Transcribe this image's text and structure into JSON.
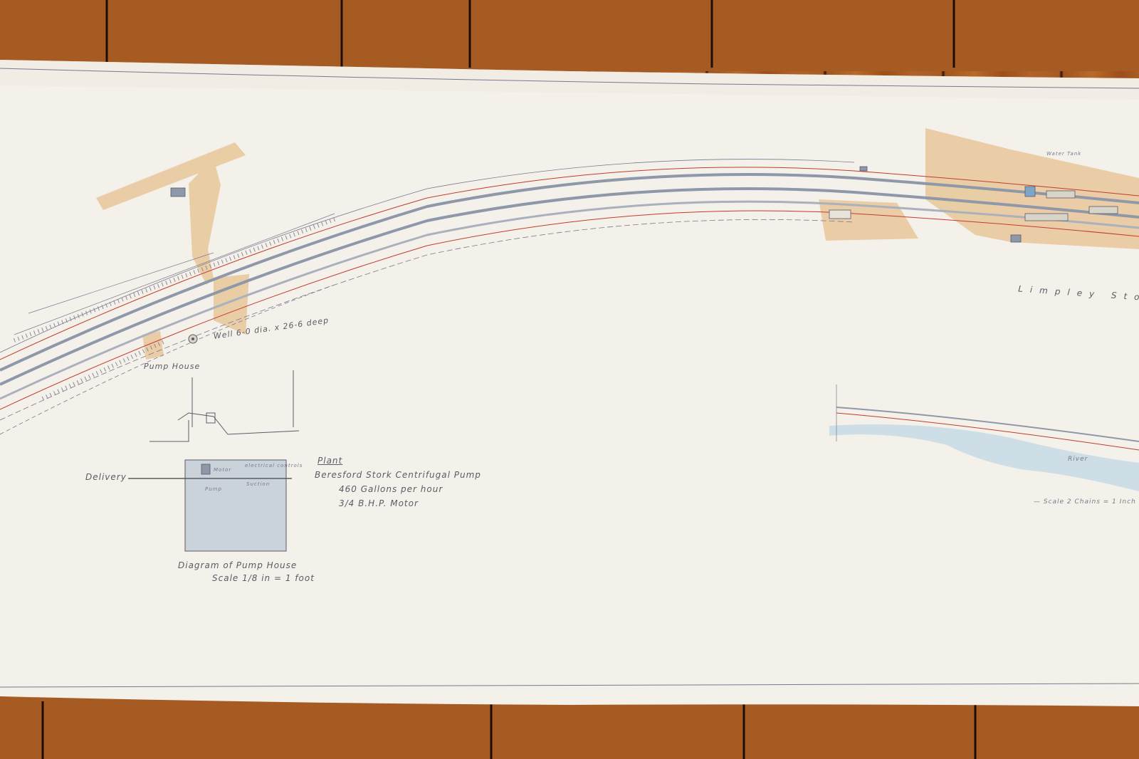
{
  "labels": {
    "pump_house": "Pump House",
    "well": "Well 6-0 dia. x 26-6 deep",
    "delivery": "Delivery",
    "motor": "Motor",
    "pump": "Pump",
    "suction": "Suction",
    "electrical_controls": "electrical controls",
    "plant_heading": "Plant",
    "plant_line1": "Beresford Stork Centrifugal Pump",
    "plant_line2": "460 Gallons per hour",
    "plant_line3": "3/4 B.H.P. Motor",
    "diagram_title": "Diagram of Pump House",
    "diagram_scale": "Scale 1/8 in = 1 foot",
    "station_label": "Limpley Stoke",
    "scale_note": "— Scale 2 Chains = 1 Inch",
    "water_tank": "Water Tank",
    "river": "River"
  },
  "colors": {
    "paper": "#f4f1ea",
    "track_grey": "#8f98a8",
    "track_red": "#c23b2e",
    "ochre_wash": "#e8c79a",
    "blue_wash": "#c9dbe6",
    "pencil": "#5b5a66"
  }
}
